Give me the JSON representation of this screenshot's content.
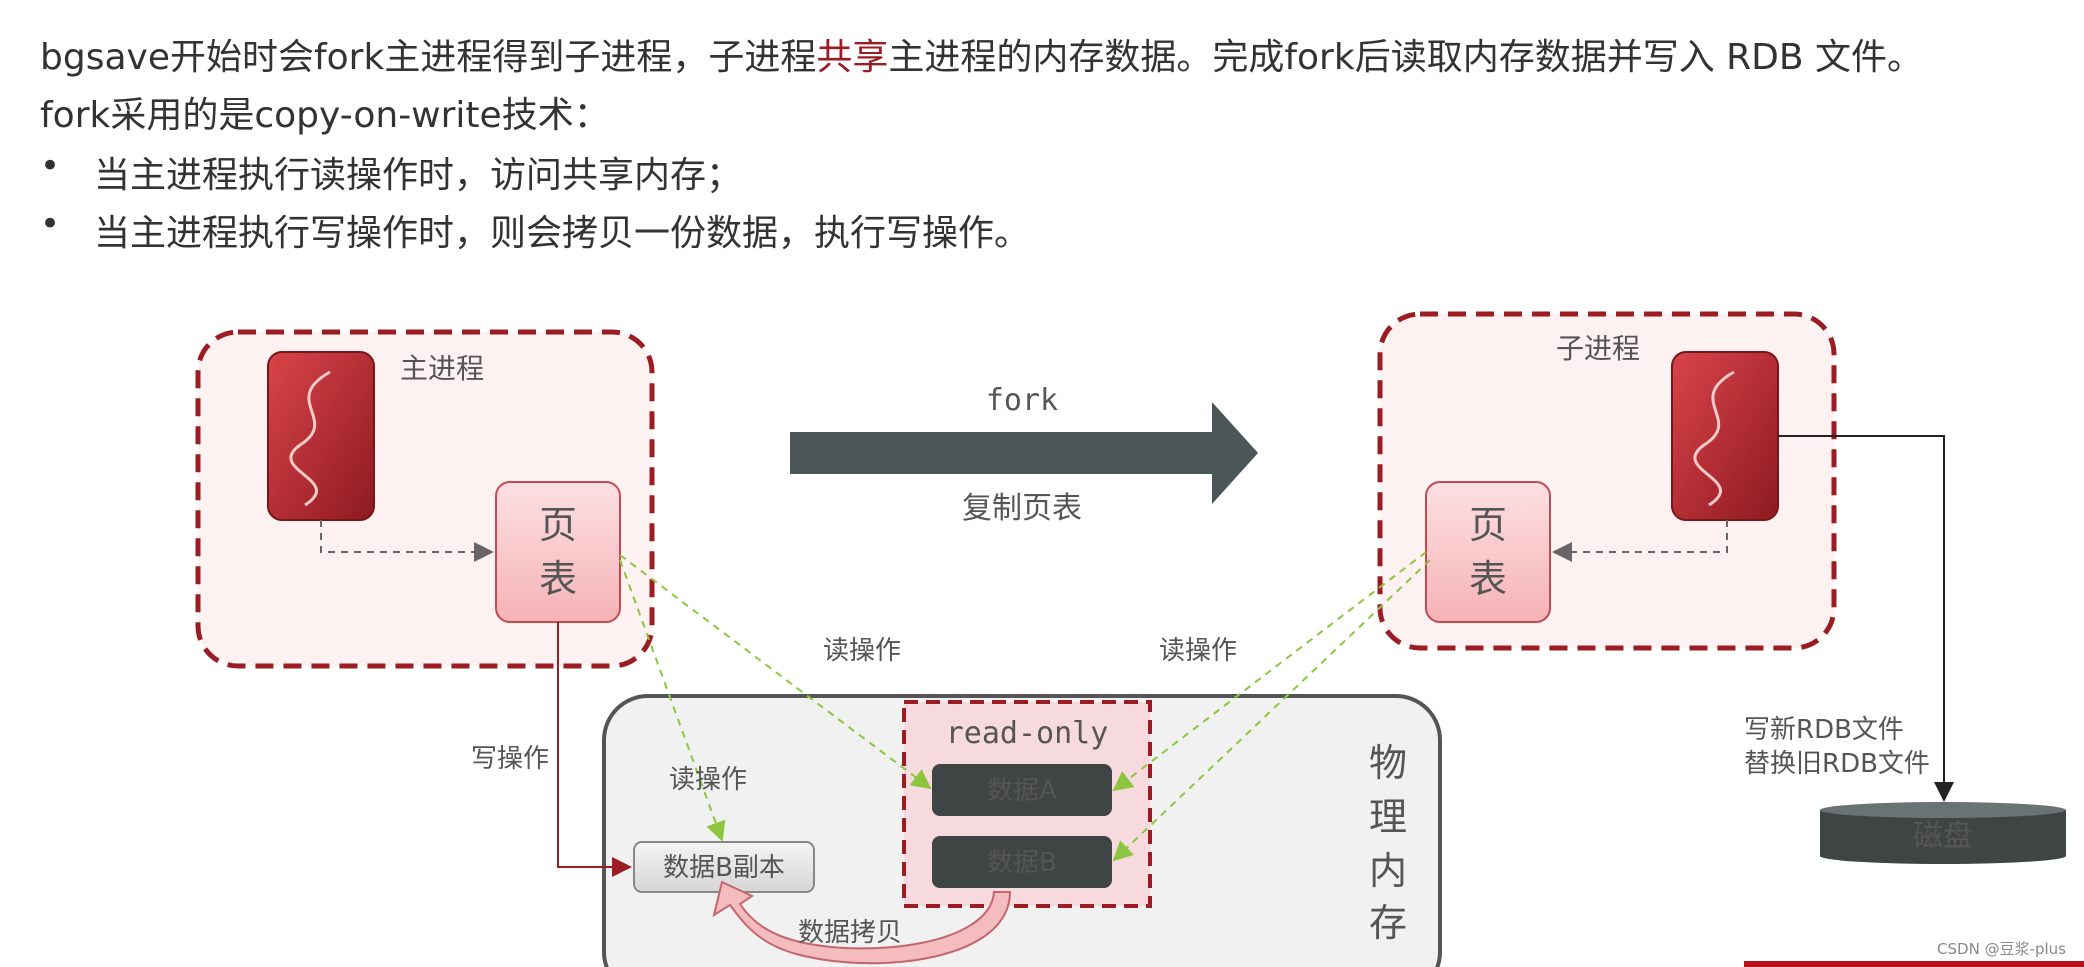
{
  "text": {
    "line1_a": "bgsave开始时会fork主进程得到子进程，子进程",
    "line1_hl": "共享",
    "line1_b": "主进程的内存数据。完成fork后读取内存数据并写入 RDB 文件。",
    "line2": "fork采用的是copy-on-write技术：",
    "bullets": [
      "当主进程执行读操作时，访问共享内存；",
      "当主进程执行写操作时，则会拷贝一份数据，执行写操作。"
    ]
  },
  "diagram": {
    "main_process_label": "主进程",
    "child_process_label": "子进程",
    "page_table_main": [
      "页",
      "表"
    ],
    "page_table_child": [
      "页",
      "表"
    ],
    "fork_label": "fork",
    "copy_page_table_label": "复制页表",
    "read_op_left": "读操作",
    "read_op_right": "读操作",
    "read_op_inner": "读操作",
    "write_op": "写操作",
    "readonly_label": "read-only",
    "data_a": "数据A",
    "data_b": "数据B",
    "data_b_copy": "数据B副本",
    "physical_memory": [
      "物",
      "理",
      "内",
      "存"
    ],
    "data_copy_label": "数据拷贝",
    "rdb_line1": "写新RDB文件",
    "rdb_line2": "替换旧RDB文件",
    "disk_label": "磁盘"
  },
  "colors": {
    "accent_red": "#9b1c22",
    "process_fill": "#fdf1f2",
    "dark_arrow": "#4b5657",
    "data_box": "#3f4545",
    "memory_fill": "#f1f1f1"
  },
  "footer": {
    "credit": "CSDN @豆浆-plus"
  }
}
